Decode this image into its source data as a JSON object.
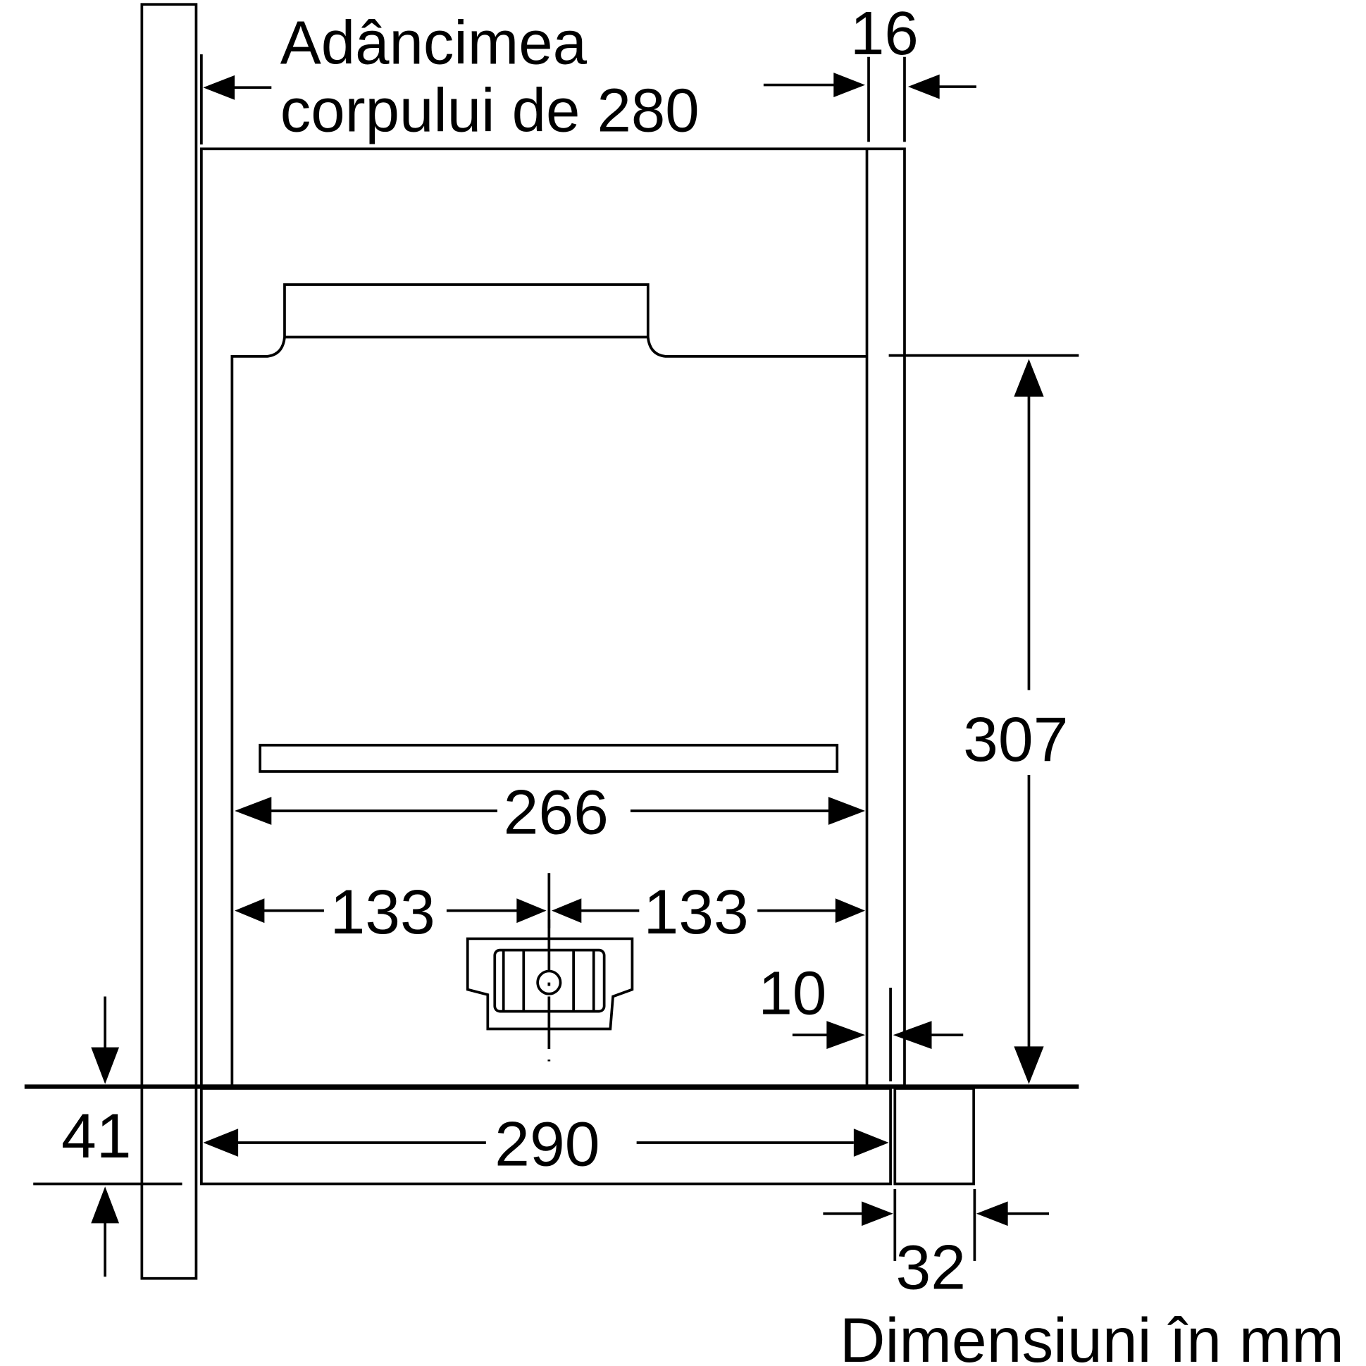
{
  "title_line1": "Adâncimea",
  "title_line2": "corpului de 280",
  "dimensions": {
    "top_offset": "16",
    "inner_width": "266",
    "half_left": "133",
    "half_right": "133",
    "side_gap": "10",
    "height": "307",
    "panel_width": "290",
    "panel_height": "41",
    "panel_depth": "32"
  },
  "units_note": "Dimensiuni în mm"
}
